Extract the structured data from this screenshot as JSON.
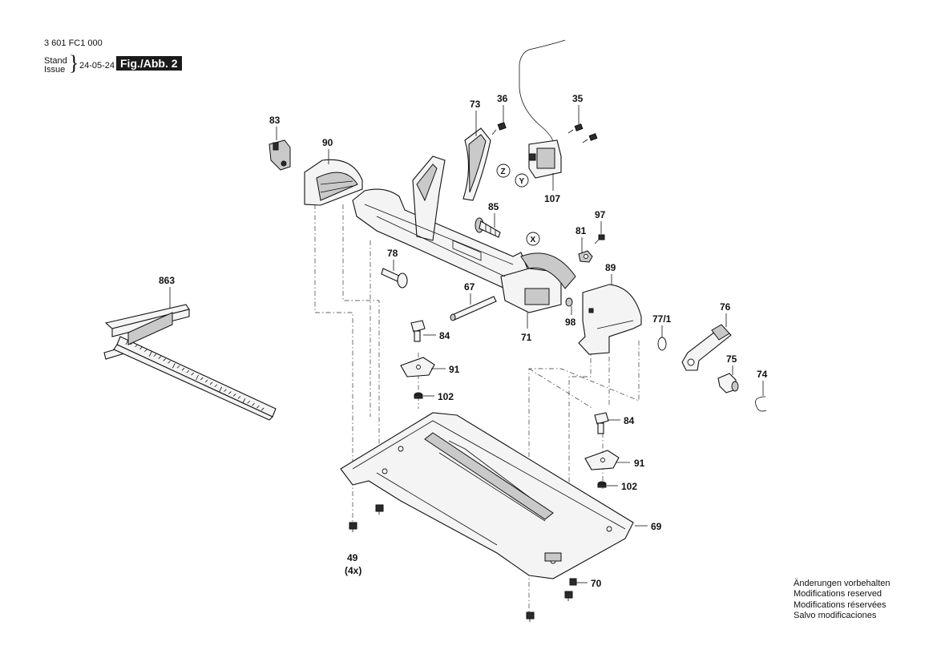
{
  "header": {
    "part_number": "3 601 FC1 000",
    "stand_label": "Stand",
    "issue_label": "Issue",
    "date": "24-05-24",
    "figure": "Fig./Abb. 2"
  },
  "notes": [
    "Änderungen vorbehalten",
    "Modifications reserved",
    "Modifications réservées",
    "Salvo modificaciones"
  ],
  "callouts": {
    "c83": "83",
    "c90": "90",
    "c73": "73",
    "c36": "36",
    "c35": "35",
    "c107": "107",
    "c85": "85",
    "c97": "97",
    "c81": "81",
    "c89": "89",
    "c78": "78",
    "c863": "863",
    "c67": "67",
    "c71": "71",
    "c98": "98",
    "c77_1": "77/1",
    "c76": "76",
    "c75": "75",
    "c74": "74",
    "c84a": "84",
    "c91a": "91",
    "c102a": "102",
    "c84b": "84",
    "c91b": "91",
    "c102b": "102",
    "c69": "69",
    "c70": "70",
    "c49": "49",
    "c49q": "(4x)"
  },
  "axis_markers": {
    "x": "X",
    "y": "Y",
    "z": "Z"
  }
}
